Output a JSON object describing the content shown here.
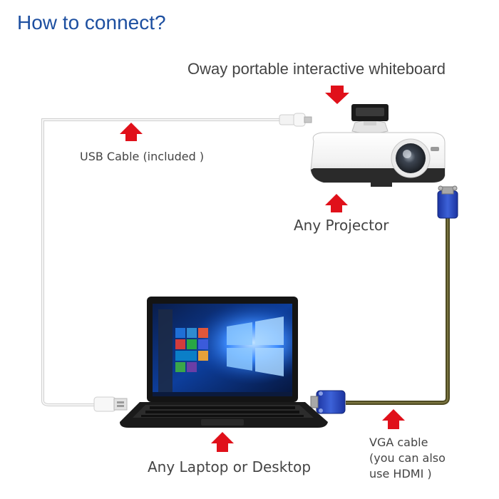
{
  "title": "How to connect?",
  "subtitle": "Oway portable interactive whiteboard",
  "labels": {
    "usb_cable": "USB Cable (included )",
    "projector": "Any Projector",
    "laptop": "Any Laptop or Desktop",
    "vga_line1": "VGA cable",
    "vga_line2": "(you can also",
    "vga_line3": "use HDMI )"
  },
  "colors": {
    "title": "#1d4fa0",
    "arrow": "#e0101a",
    "vga_cable": "#4e4a22",
    "vga_connector": "#2747b8",
    "usb_cable": "#e8e8e8"
  },
  "icons": [
    "whiteboard-sensor-icon",
    "projector-icon",
    "laptop-icon",
    "usb-plug-icon",
    "vga-connector-icon",
    "red-arrow-icon"
  ]
}
